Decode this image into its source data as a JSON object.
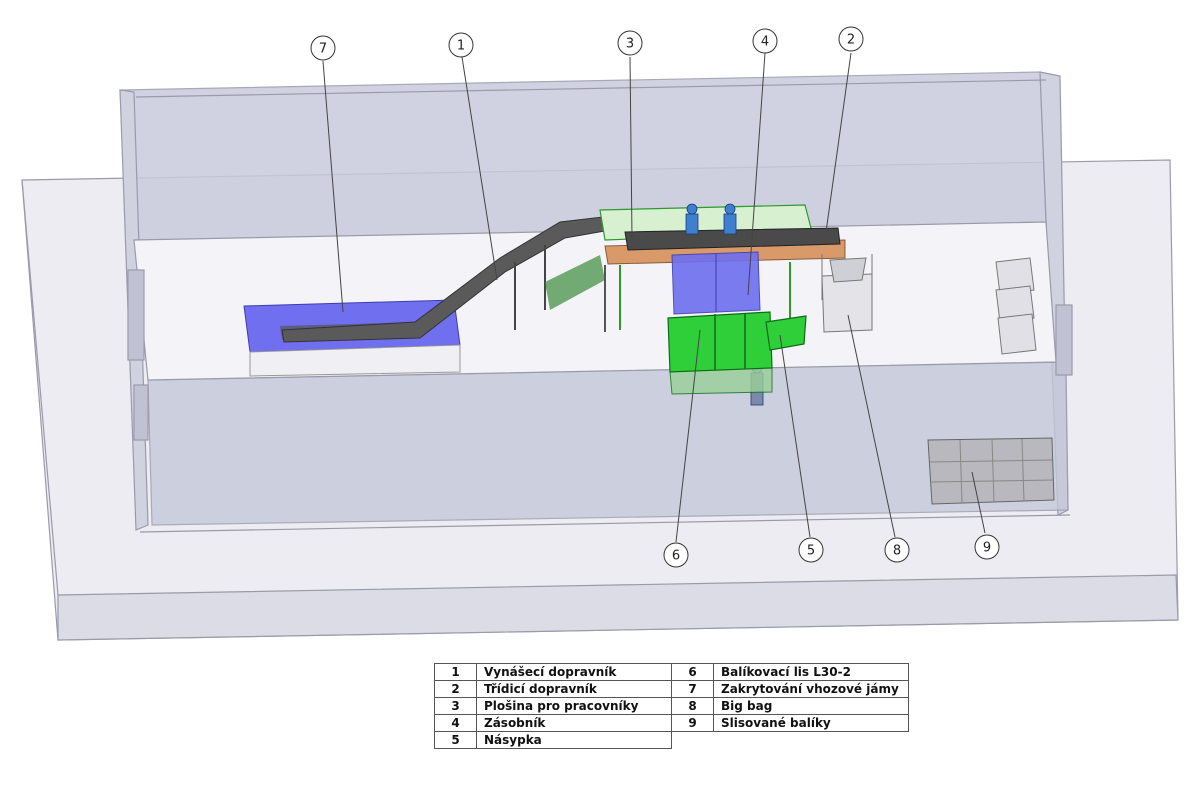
{
  "callouts": [
    {
      "num": "1"
    },
    {
      "num": "2"
    },
    {
      "num": "3"
    },
    {
      "num": "4"
    },
    {
      "num": "5"
    },
    {
      "num": "6"
    },
    {
      "num": "7"
    },
    {
      "num": "8"
    },
    {
      "num": "9"
    }
  ],
  "legend": {
    "left": [
      {
        "num": "1",
        "label": "Vynášecí dopravník"
      },
      {
        "num": "2",
        "label": "Třídicí dopravník"
      },
      {
        "num": "3",
        "label": "Plošina pro pracovníky"
      },
      {
        "num": "4",
        "label": "Zásobník"
      },
      {
        "num": "5",
        "label": "Násypka"
      }
    ],
    "right": [
      {
        "num": "6",
        "label": "Balíkovací lis L30-2"
      },
      {
        "num": "7",
        "label": "Zakrytování vhozové jámy"
      },
      {
        "num": "8",
        "label": "Big bag"
      },
      {
        "num": "9",
        "label": "Slisované balíky"
      }
    ]
  },
  "colors": {
    "building_fill": "#d6d8e6",
    "building_stroke": "#9a9aaa",
    "hopper_blue": "#6f6ff0",
    "press_green": "#2fcf3a",
    "conveyor_gray": "#555555",
    "platform_orange": "#d99a6a",
    "worker_blue": "#3f7fd0"
  }
}
